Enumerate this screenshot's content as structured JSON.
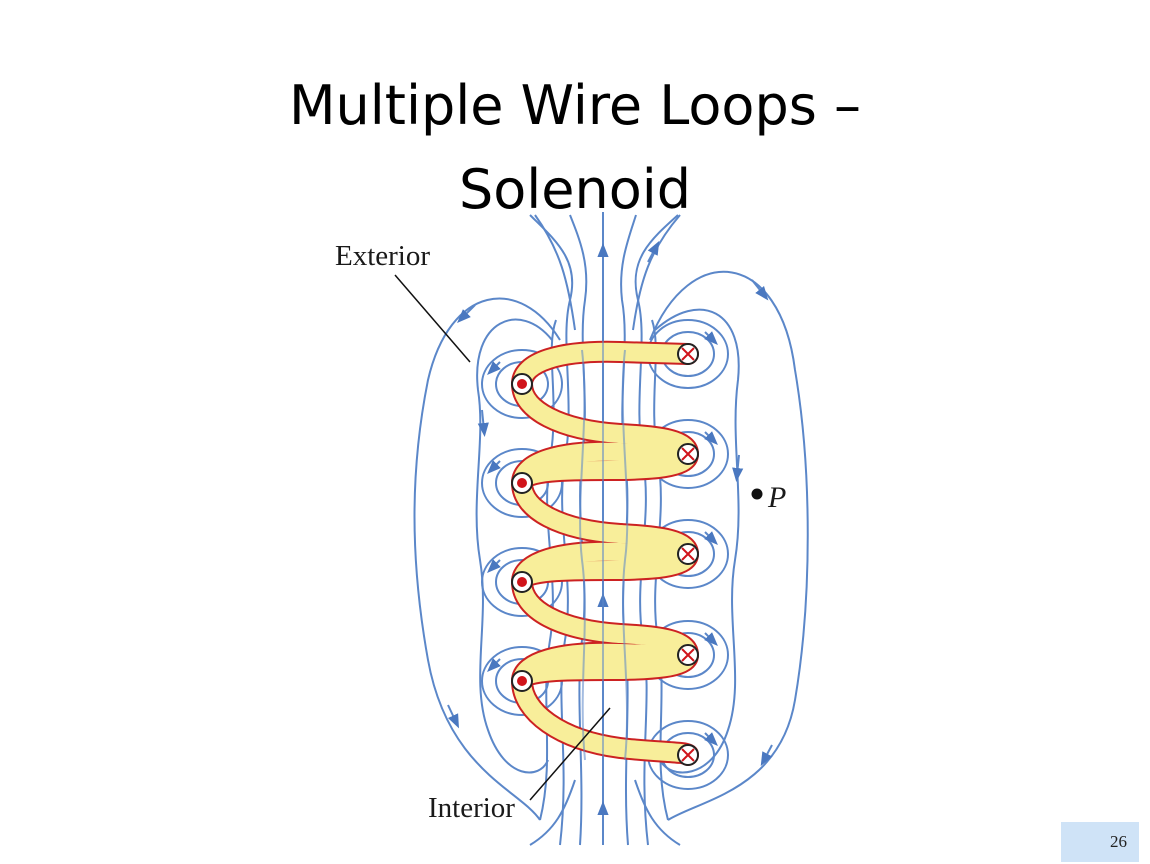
{
  "slide": {
    "title_line1": "Multiple Wire Loops –",
    "title_line2": "Solenoid",
    "page_number": "26"
  },
  "diagram": {
    "labels": {
      "exterior": "Exterior",
      "interior": "Interior",
      "point": "P"
    },
    "loop_count": 4,
    "current_out_symbols": 4,
    "current_in_symbols": 5,
    "colors": {
      "field_line": "#5b87c9",
      "wire_fill": "#f8ee9a",
      "wire_edge": "#cc2222",
      "current_dot": "#d0141b"
    }
  }
}
